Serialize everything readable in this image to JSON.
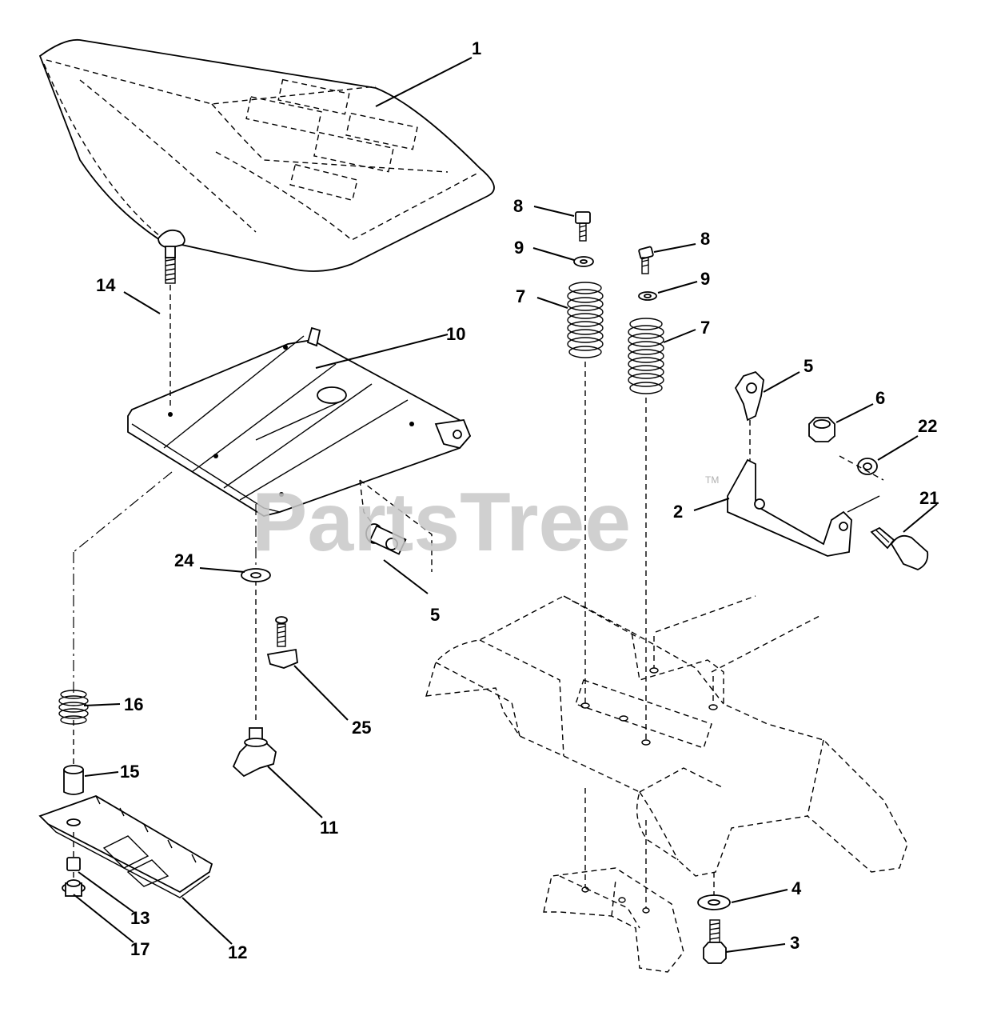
{
  "watermark": {
    "text": "PartsTree",
    "trademark": "TM"
  },
  "callouts": {
    "c1": "1",
    "c2": "2",
    "c3": "3",
    "c4": "4",
    "c5a": "5",
    "c5b": "5",
    "c6": "6",
    "c7a": "7",
    "c7b": "7",
    "c8a": "8",
    "c8b": "8",
    "c9a": "9",
    "c9b": "9",
    "c10": "10",
    "c11": "11",
    "c12": "12",
    "c13": "13",
    "c14": "14",
    "c15": "15",
    "c16": "16",
    "c17": "17",
    "c21": "21",
    "c22": "22",
    "c24": "24",
    "c25": "25"
  }
}
